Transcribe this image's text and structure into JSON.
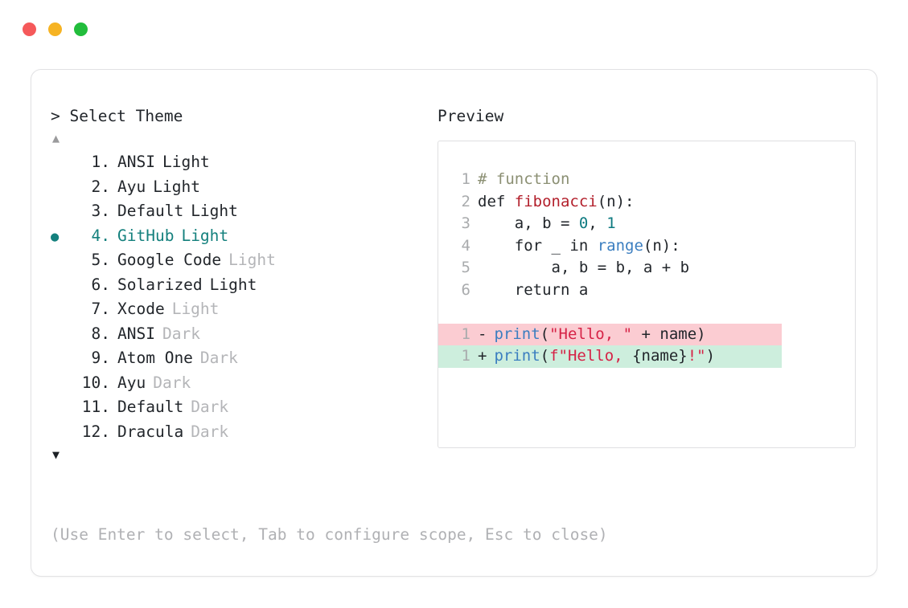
{
  "window": {
    "traffic_lights": [
      {
        "name": "close",
        "color": "#f5595a"
      },
      {
        "name": "minimize",
        "color": "#f6b323"
      },
      {
        "name": "maximize",
        "color": "#22bd3c"
      }
    ]
  },
  "selector": {
    "prompt": "> Select Theme",
    "scroll_up_glyph": "▲",
    "scroll_down_glyph": "▼",
    "bullet_glyph": "●",
    "selected_index": 4,
    "accent_color": "#14807d",
    "items": [
      {
        "index": "1.",
        "name": "ANSI",
        "variant": "Light",
        "variant_dim": false,
        "selected": false
      },
      {
        "index": "2.",
        "name": "Ayu",
        "variant": "Light",
        "variant_dim": false,
        "selected": false
      },
      {
        "index": "3.",
        "name": "Default",
        "variant": "Light",
        "variant_dim": false,
        "selected": false
      },
      {
        "index": "4.",
        "name": "GitHub",
        "variant": "Light",
        "variant_dim": false,
        "selected": true
      },
      {
        "index": "5.",
        "name": "Google Code",
        "variant": "Light",
        "variant_dim": true,
        "selected": false
      },
      {
        "index": "6.",
        "name": "Solarized",
        "variant": "Light",
        "variant_dim": false,
        "selected": false
      },
      {
        "index": "7.",
        "name": "Xcode",
        "variant": "Light",
        "variant_dim": true,
        "selected": false
      },
      {
        "index": "8.",
        "name": "ANSI",
        "variant": "Dark",
        "variant_dim": true,
        "selected": false
      },
      {
        "index": "9.",
        "name": "Atom One",
        "variant": "Dark",
        "variant_dim": true,
        "selected": false
      },
      {
        "index": "10.",
        "name": "Ayu",
        "variant": "Dark",
        "variant_dim": true,
        "selected": false
      },
      {
        "index": "11.",
        "name": "Default",
        "variant": "Dark",
        "variant_dim": true,
        "selected": false
      },
      {
        "index": "12.",
        "name": "Dracula",
        "variant": "Dark",
        "variant_dim": true,
        "selected": false
      }
    ],
    "hint": "(Use Enter to select, Tab to configure scope, Esc to close)"
  },
  "preview": {
    "label": "Preview",
    "code_lines": [
      {
        "no": "1",
        "tokens": [
          {
            "t": "# function",
            "c": "comment"
          }
        ]
      },
      {
        "no": "2",
        "tokens": [
          {
            "t": "def ",
            "c": "keyword"
          },
          {
            "t": "fibonacci",
            "c": "func"
          },
          {
            "t": "(n):",
            "c": "plain"
          }
        ]
      },
      {
        "no": "3",
        "tokens": [
          {
            "t": "    a, b = ",
            "c": "plain"
          },
          {
            "t": "0",
            "c": "number"
          },
          {
            "t": ", ",
            "c": "plain"
          },
          {
            "t": "1",
            "c": "number"
          }
        ]
      },
      {
        "no": "4",
        "tokens": [
          {
            "t": "    for _ in ",
            "c": "plain"
          },
          {
            "t": "range",
            "c": "builtin"
          },
          {
            "t": "(n):",
            "c": "plain"
          }
        ]
      },
      {
        "no": "5",
        "tokens": [
          {
            "t": "        a, b = b, a + b",
            "c": "plain"
          }
        ]
      },
      {
        "no": "6",
        "tokens": [
          {
            "t": "    return a",
            "c": "plain"
          }
        ]
      }
    ],
    "diff_lines": [
      {
        "no": "1",
        "sign": "-",
        "kind": "del",
        "bg": "#fbccd2",
        "tokens": [
          {
            "t": "print",
            "c": "builtin"
          },
          {
            "t": "(",
            "c": "plain"
          },
          {
            "t": "\"Hello, \"",
            "c": "string"
          },
          {
            "t": " + name)",
            "c": "plain"
          }
        ]
      },
      {
        "no": "1",
        "sign": "+",
        "kind": "add",
        "bg": "#cdeedd",
        "tokens": [
          {
            "t": "print",
            "c": "builtin"
          },
          {
            "t": "(",
            "c": "plain"
          },
          {
            "t": "f\"Hello, ",
            "c": "string"
          },
          {
            "t": "{name}",
            "c": "plain"
          },
          {
            "t": "!\"",
            "c": "string"
          },
          {
            "t": ")",
            "c": "plain"
          }
        ]
      }
    ]
  }
}
